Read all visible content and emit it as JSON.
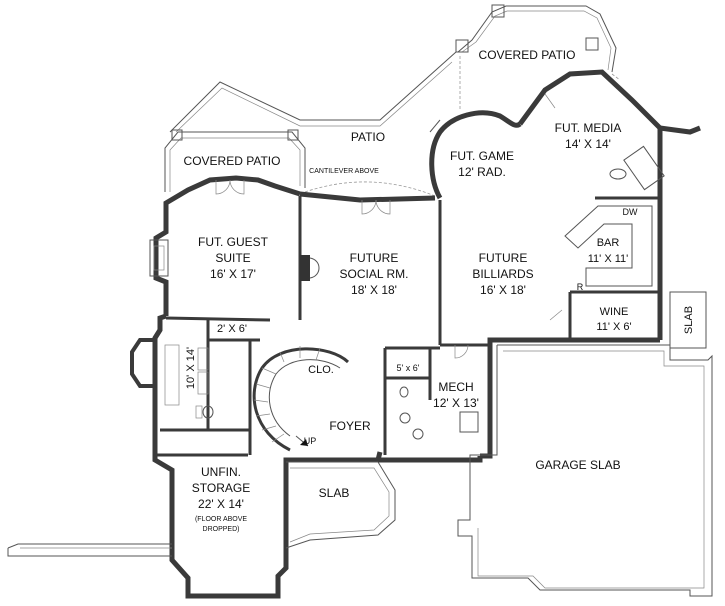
{
  "rooms": {
    "covered_patio_top": "COVERED PATIO",
    "patio": "PATIO",
    "covered_patio_left": "COVERED PATIO",
    "cantilever": "CANTILEVER ABOVE",
    "fut_game_1": "FUT. GAME",
    "fut_game_2": "12' RAD.",
    "fut_media_1": "FUT. MEDIA",
    "fut_media_2": "14' X 14'",
    "dw": "DW",
    "bar_1": "BAR",
    "bar_2": "11' X 11'",
    "r": "R",
    "wine_1": "WINE",
    "wine_2": "11' X 6'",
    "slab_right": "SLAB",
    "guest_1": "FUT. GUEST",
    "guest_2": "SUITE",
    "guest_3": "16' X 17'",
    "social_1": "FUTURE",
    "social_2": "SOCIAL RM.",
    "social_3": "18' X 18'",
    "billiards_1": "FUTURE",
    "billiards_2": "BILLIARDS",
    "billiards_3": "16' X 18'",
    "closet_small": "2' X 6'",
    "bath": "10' X 14'",
    "clo": "CLO.",
    "mech_closet": "5' x 6'",
    "mech_1": "MECH",
    "mech_2": "12' X 13'",
    "foyer": "FOYER",
    "up": "UP",
    "storage_1": "UNFIN.",
    "storage_2": "STORAGE",
    "storage_3": "22' X 14'",
    "storage_4": "(FLOOR ABOVE",
    "storage_5": "DROPPED)",
    "slab_center": "SLAB",
    "garage": "GARAGE SLAB"
  }
}
